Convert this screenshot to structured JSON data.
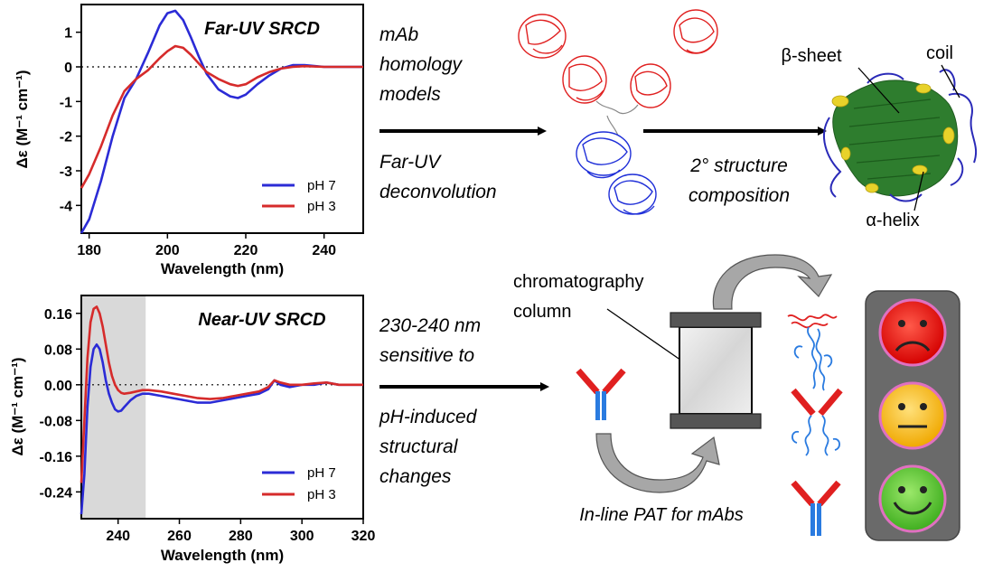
{
  "colors": {
    "ph7": "#2b2bd6",
    "ph3": "#d62b2b",
    "helix": "#e8d22a",
    "sheet": "#2e7d2e",
    "coil": "#2a2ab8",
    "shaded": "#d9d9d9"
  },
  "chart_data": [
    {
      "type": "line",
      "title": "Far-UV SRCD",
      "xlabel": "Wavelength (nm)",
      "ylabel": "Δε (M⁻¹ cm⁻¹)",
      "xlim": [
        178,
        250
      ],
      "ylim": [
        -4.8,
        1.8
      ],
      "xticks": [
        180,
        200,
        220,
        240
      ],
      "yticks": [
        1,
        0,
        -1,
        -2,
        -3,
        -4
      ],
      "xtick_labels": [
        "180",
        "200",
        "220",
        "240"
      ],
      "ytick_labels": [
        "1",
        "0",
        "-1",
        "-2",
        "-3",
        "-4"
      ],
      "legend": "bottom-right",
      "zero_line": true,
      "series": [
        {
          "name": "pH 7",
          "color": "#2b2bd6",
          "x": [
            178,
            180,
            183,
            186,
            189,
            192,
            195,
            198,
            200,
            202,
            204,
            206,
            208,
            210,
            213,
            216,
            218,
            220,
            223,
            226,
            229,
            232,
            235,
            240,
            245,
            250
          ],
          "y": [
            -4.8,
            -4.4,
            -3.3,
            -2.0,
            -0.9,
            -0.35,
            0.4,
            1.2,
            1.55,
            1.62,
            1.35,
            0.85,
            0.3,
            -0.2,
            -0.65,
            -0.85,
            -0.9,
            -0.8,
            -0.5,
            -0.25,
            -0.05,
            0.05,
            0.05,
            0.0,
            0.0,
            0.0
          ]
        },
        {
          "name": "pH 3",
          "color": "#d62b2b",
          "x": [
            178,
            180,
            183,
            186,
            189,
            192,
            195,
            198,
            200,
            202,
            204,
            206,
            208,
            210,
            213,
            216,
            218,
            220,
            223,
            226,
            229,
            232,
            235,
            240,
            245,
            250
          ],
          "y": [
            -3.5,
            -3.1,
            -2.3,
            -1.4,
            -0.7,
            -0.35,
            -0.1,
            0.25,
            0.45,
            0.6,
            0.55,
            0.35,
            0.1,
            -0.15,
            -0.35,
            -0.5,
            -0.55,
            -0.5,
            -0.3,
            -0.15,
            -0.05,
            0.0,
            0.02,
            0.0,
            0.0,
            0.0
          ]
        }
      ]
    },
    {
      "type": "line",
      "title": "Near-UV SRCD",
      "xlabel": "Wavelength (nm)",
      "ylabel": "Δε (M⁻¹ cm⁻¹)",
      "xlim": [
        228,
        320
      ],
      "ylim": [
        -0.3,
        0.2
      ],
      "shaded_region": [
        228,
        249
      ],
      "xticks": [
        240,
        260,
        280,
        300,
        320
      ],
      "yticks": [
        0.16,
        0.08,
        0.0,
        -0.08,
        -0.16,
        -0.24
      ],
      "xtick_labels": [
        "240",
        "260",
        "280",
        "300",
        "320"
      ],
      "ytick_labels": [
        "0.16",
        "0.08",
        "0.00",
        "-0.08",
        "-0.16",
        "-0.24"
      ],
      "legend": "bottom-right",
      "zero_line": true,
      "series": [
        {
          "name": "pH 7",
          "color": "#2b2bd6",
          "x": [
            228,
            229,
            230,
            231,
            232,
            233,
            234,
            235,
            236,
            237,
            238,
            239,
            240,
            241,
            242,
            244,
            246,
            248,
            250,
            254,
            258,
            262,
            266,
            270,
            274,
            278,
            282,
            286,
            289,
            291,
            293,
            296,
            300,
            304,
            308,
            312,
            316,
            320
          ],
          "y": [
            -0.29,
            -0.2,
            -0.05,
            0.04,
            0.08,
            0.09,
            0.08,
            0.05,
            0.01,
            -0.02,
            -0.04,
            -0.055,
            -0.06,
            -0.058,
            -0.05,
            -0.035,
            -0.025,
            -0.02,
            -0.02,
            -0.025,
            -0.03,
            -0.035,
            -0.04,
            -0.04,
            -0.035,
            -0.03,
            -0.025,
            -0.02,
            -0.01,
            0.01,
            0.0,
            -0.005,
            0.0,
            0.0,
            0.005,
            0.0,
            0.0,
            0.0
          ]
        },
        {
          "name": "pH 3",
          "color": "#d62b2b",
          "x": [
            228,
            229,
            230,
            231,
            232,
            233,
            234,
            235,
            236,
            237,
            238,
            239,
            240,
            241,
            242,
            244,
            246,
            248,
            250,
            254,
            258,
            262,
            266,
            270,
            274,
            278,
            282,
            286,
            289,
            291,
            293,
            296,
            300,
            304,
            308,
            312,
            316,
            320
          ],
          "y": [
            -0.22,
            -0.08,
            0.06,
            0.14,
            0.17,
            0.175,
            0.16,
            0.13,
            0.09,
            0.05,
            0.02,
            0.0,
            -0.012,
            -0.018,
            -0.02,
            -0.018,
            -0.015,
            -0.012,
            -0.012,
            -0.015,
            -0.02,
            -0.025,
            -0.03,
            -0.032,
            -0.03,
            -0.025,
            -0.02,
            -0.015,
            -0.005,
            0.01,
            0.005,
            0.0,
            0.0,
            0.003,
            0.005,
            0.0,
            0.0,
            0.0
          ]
        }
      ]
    }
  ],
  "top_flow": {
    "left_text": [
      "mAb",
      "homology",
      "models"
    ],
    "left_text2": [
      "Far-UV",
      "deconvolution"
    ],
    "right_text": [
      "2° structure",
      "composition"
    ],
    "labels": {
      "beta": "β-sheet",
      "coil": "coil",
      "alpha": "α-helix"
    }
  },
  "bottom_flow": {
    "left_text": [
      "230-240 nm",
      "sensitive to"
    ],
    "left_text2": [
      "pH-induced",
      "structural",
      "changes"
    ],
    "column_label": [
      "chromatography",
      "column"
    ],
    "caption": "In-line PAT for mAbs"
  }
}
